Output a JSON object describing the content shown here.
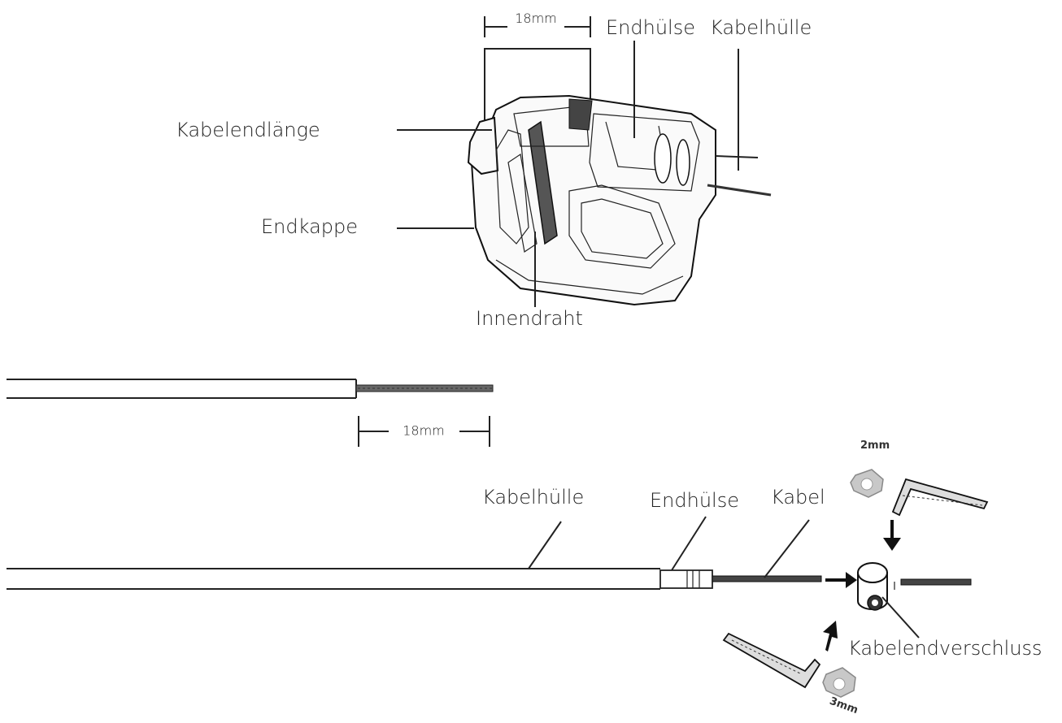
{
  "labels": {
    "top_dimension": "18mm",
    "endhuelse_top": "Endhülse",
    "kabelhuelle_top": "Kabelhülle",
    "kabelendlaenge": "Kabelendlänge",
    "endkappe": "Endkappe",
    "innendraht": "Innendraht",
    "middle_dimension": "18mm",
    "kabelhuelle_bottom": "Kabelhülle",
    "endhuelse_bottom": "Endhülse",
    "kabel": "Kabel",
    "kabelendverschluss": "Kabelendverschluss",
    "wrench_2mm": "2mm",
    "wrench_3mm": "3mm"
  },
  "colors": {
    "line": "#222222",
    "wire": "#444444",
    "clip": "#b8b8b8",
    "arrow": "#111111"
  }
}
